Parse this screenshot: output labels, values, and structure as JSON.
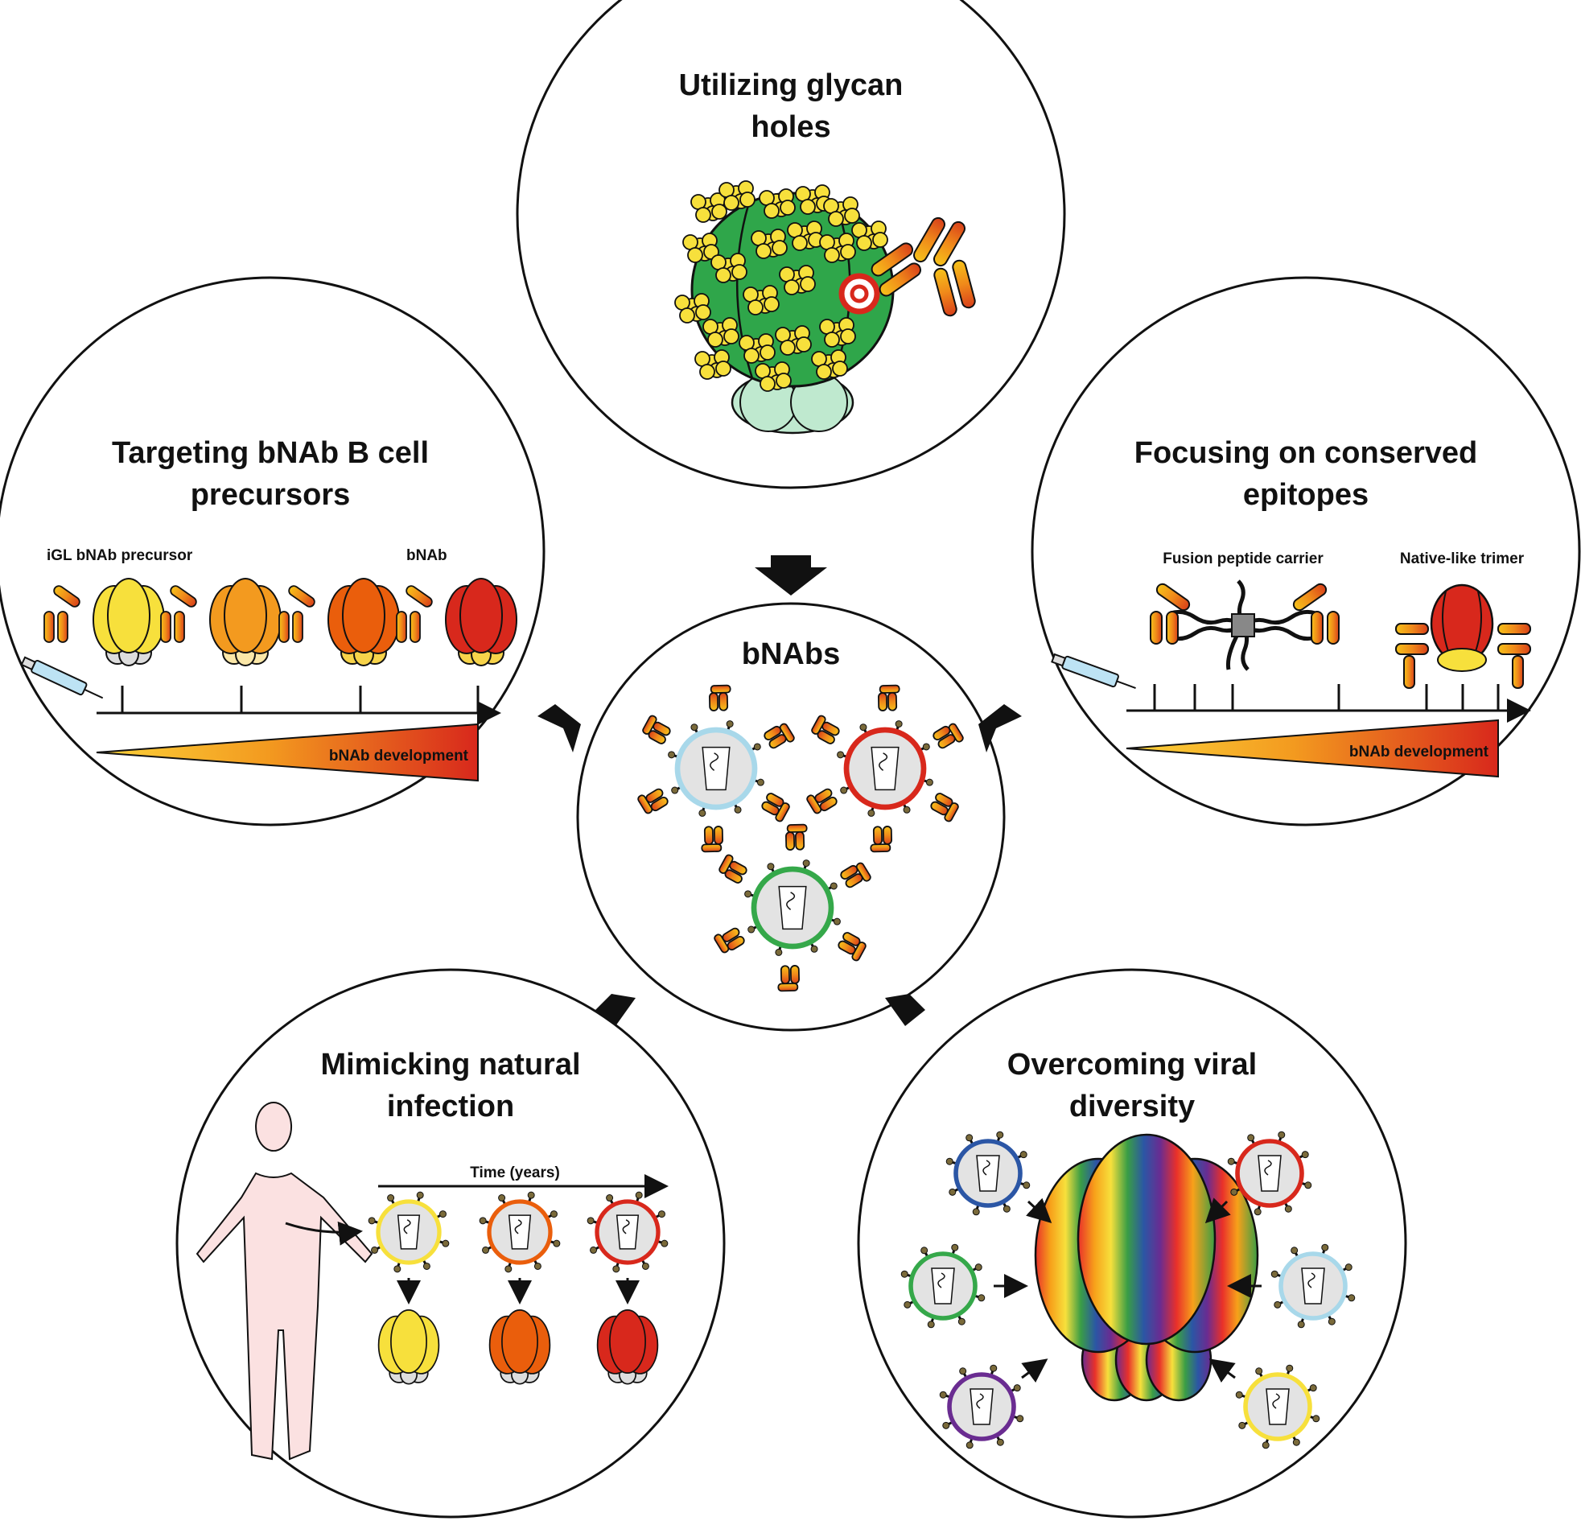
{
  "center": {
    "title": "bNAbs"
  },
  "glycan": {
    "title_lines": [
      "Utilizing glycan",
      "holes"
    ]
  },
  "precursors": {
    "title_lines": [
      "Targeting bNAb B cell",
      "precursors"
    ],
    "label_start": "iGL bNAb precursor",
    "label_end": "bNAb",
    "bar_label": "bNAb development"
  },
  "conserved": {
    "title_lines": [
      "Focusing on conserved",
      "epitopes"
    ],
    "label_left": "Fusion peptide carrier",
    "label_right": "Native-like trimer",
    "bar_label": "bNAb development"
  },
  "infection": {
    "title_lines": [
      "Mimicking natural",
      "infection"
    ],
    "axis_label": "Time (years)"
  },
  "diversity": {
    "title_lines": [
      "Overcoming viral",
      "diversity"
    ]
  },
  "colors": {
    "yellow": "#f7e03c",
    "orange": "#f39a1f",
    "dark_orange": "#ea5e0c",
    "red": "#d8281c",
    "green": "#35a84a",
    "light_blue": "#a8d8ea",
    "blue": "#2b56a5",
    "purple": "#6a2c91",
    "glycan": "#f7e03c"
  }
}
